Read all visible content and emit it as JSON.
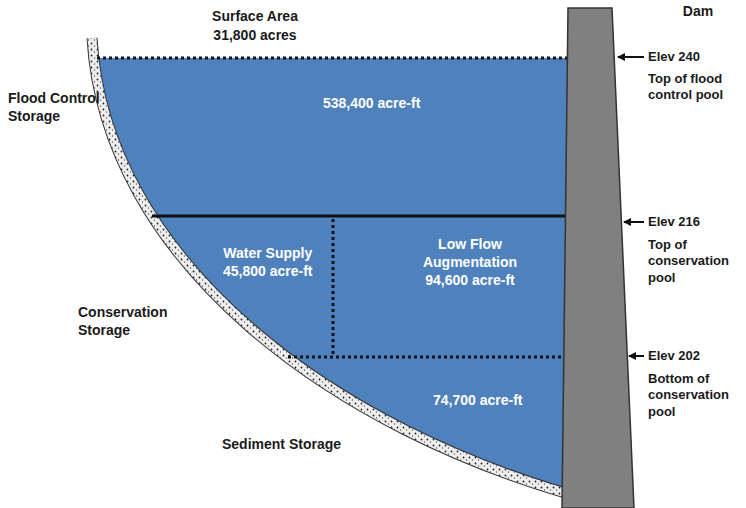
{
  "diagram": {
    "nodes": [
      {
        "text": [
          "538,400 acre-ft"
        ]
      },
      {
        "text": [
          "Water Supply",
          "45,800 acre-ft"
        ]
      },
      {
        "text": [
          "Low Flow Augmentation",
          "94,600 acre-ft"
        ]
      },
      {
        "text": [
          "74,700 acre-ft"
        ]
      }
    ],
    "labels": [
      "Surface Area",
      "31,800 acres",
      "Dam",
      "Elev 240",
      "Top of flood control pool",
      "Flood Control Storage",
      "Elev 216",
      "Top of conservation pool",
      "Conservation Storage",
      "Elev 202",
      "Bottom of conservation pool",
      "Sediment Storage"
    ]
  }
}
